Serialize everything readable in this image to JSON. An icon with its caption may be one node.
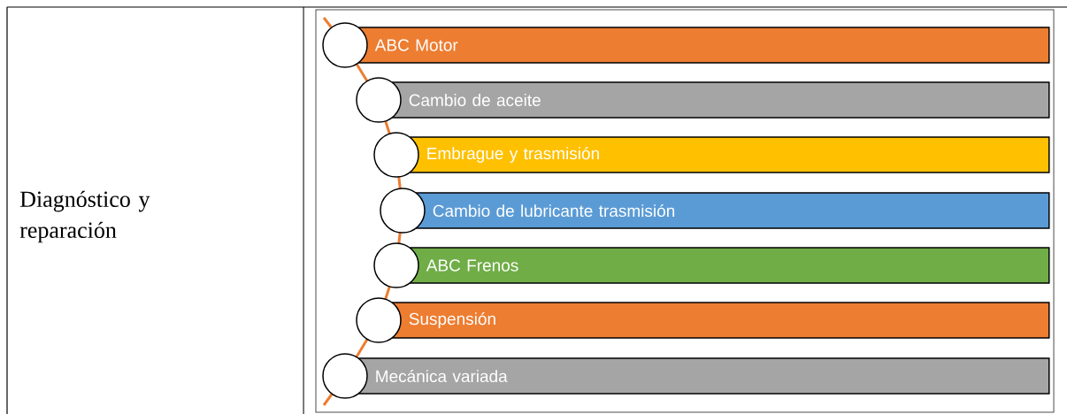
{
  "diagram": {
    "nodes": [
      {
        "text": [
          "ABC Motor"
        ]
      },
      {
        "text": [
          "Cambio de aceite"
        ]
      },
      {
        "text": [
          "Embrague y trasmisión"
        ]
      },
      {
        "text": [
          "Cambio de lubricante trasmisión"
        ]
      },
      {
        "text": [
          "ABC Frenos"
        ]
      },
      {
        "text": [
          "Suspensión"
        ]
      },
      {
        "text": [
          "Mecánica variada"
        ]
      }
    ],
    "edges": [
      {
        "from": null,
        "to": 0,
        "arrow": "none"
      },
      {
        "from": 0,
        "to": 1,
        "arrow": "none"
      },
      {
        "from": 1,
        "to": 2,
        "arrow": "none"
      },
      {
        "from": 2,
        "to": 3,
        "arrow": "none"
      },
      {
        "from": 3,
        "to": 4,
        "arrow": "none"
      },
      {
        "from": 4,
        "to": 5,
        "arrow": "none"
      },
      {
        "from": 5,
        "to": 6,
        "arrow": "none"
      },
      {
        "from": 6,
        "to": null,
        "arrow": "none"
      }
    ],
    "labels": [
      "Diagnóstico y reparación"
    ]
  }
}
